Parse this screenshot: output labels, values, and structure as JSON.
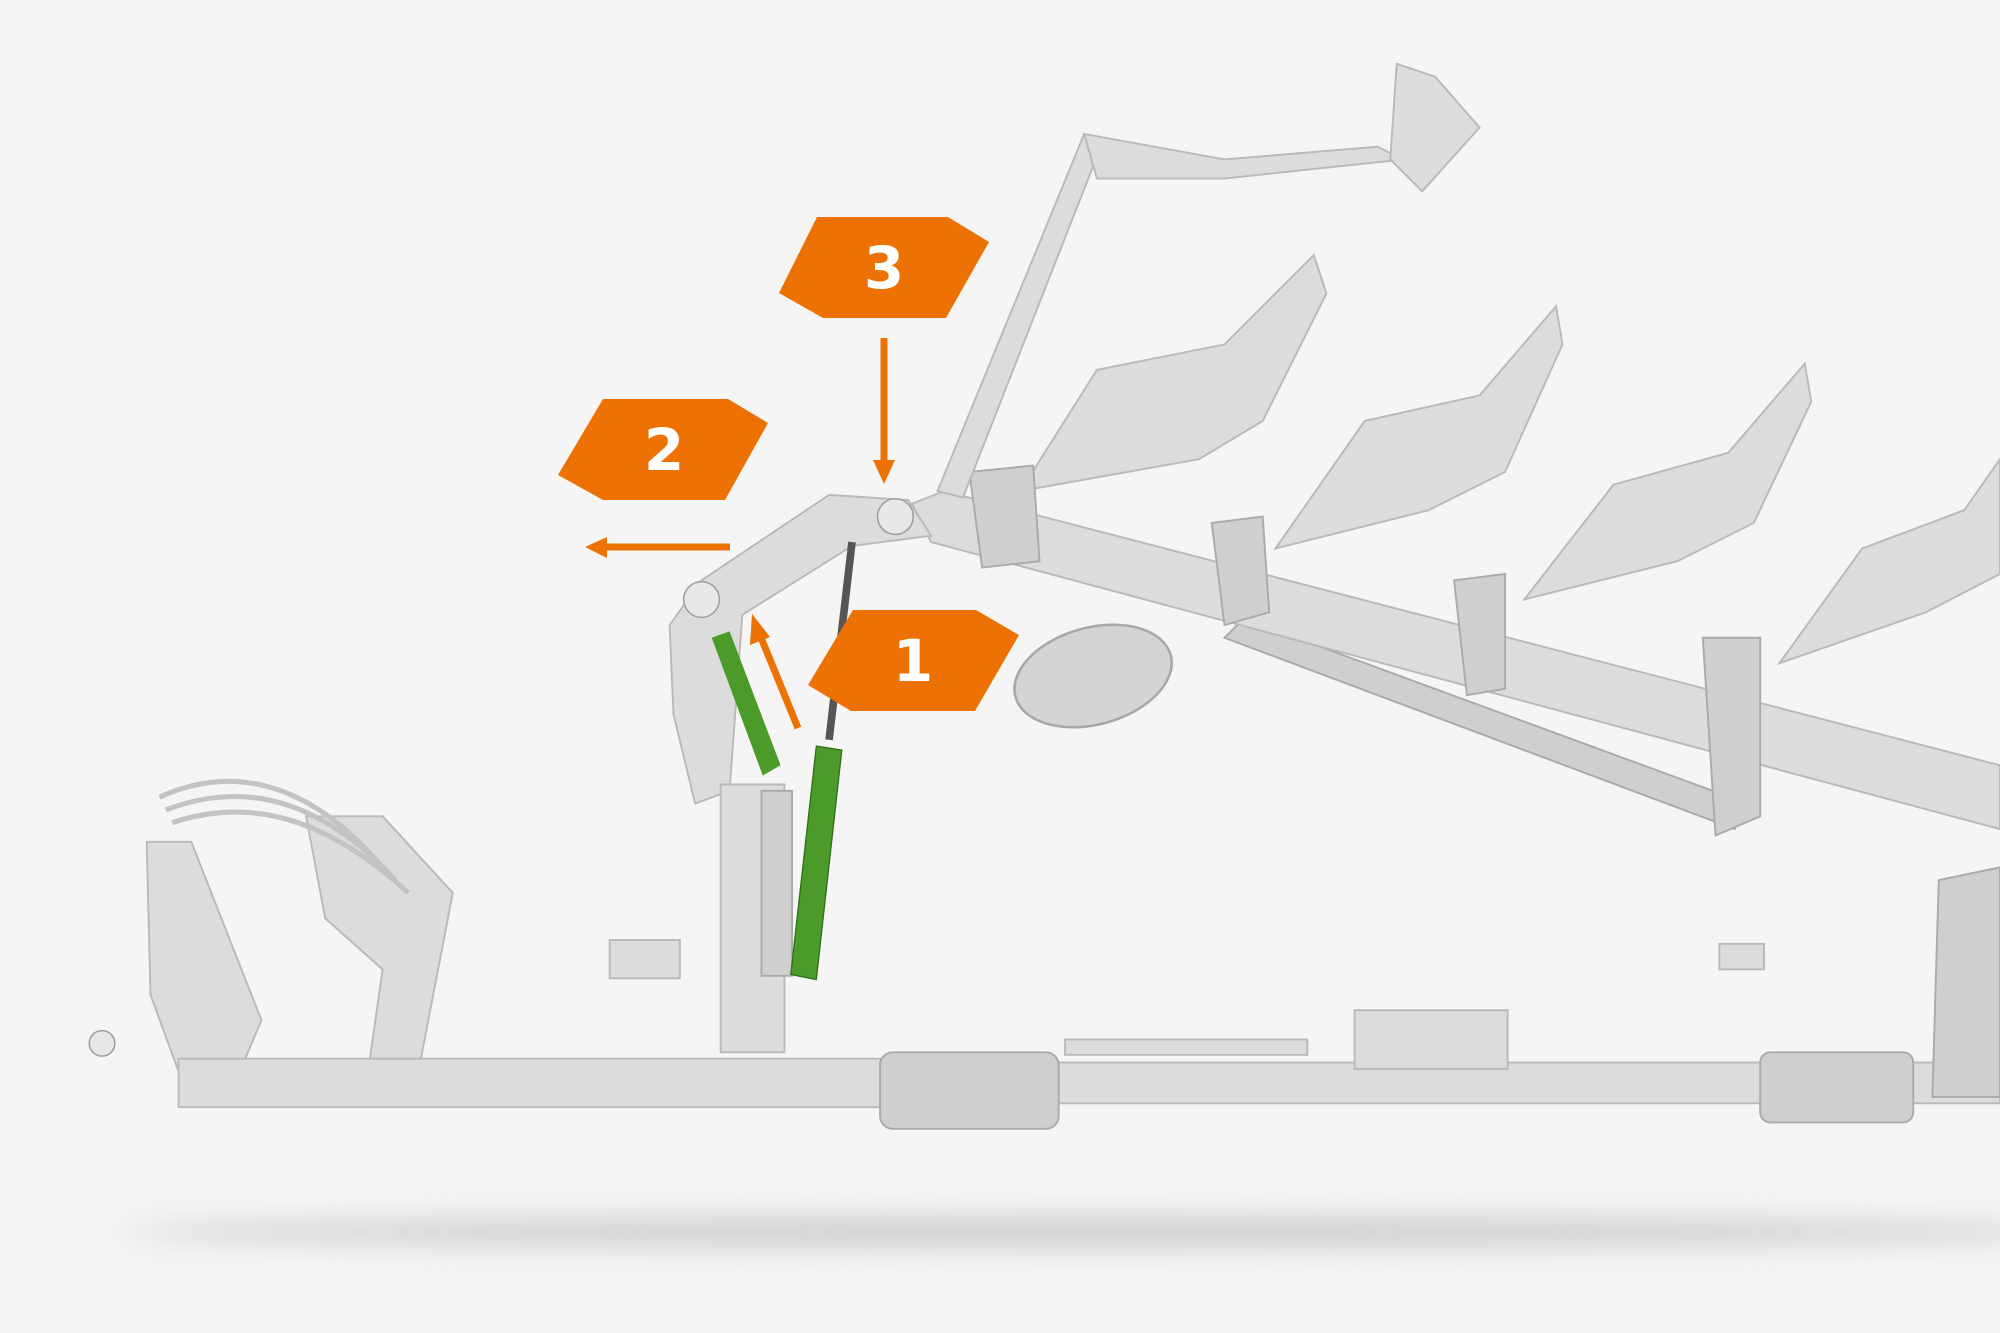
{
  "colors": {
    "background": "#f4f5f4",
    "callout": "#ee7203",
    "hydraulic_cylinder": "#4c9a2a",
    "machine": "#dcdcdc"
  },
  "callouts": [
    {
      "label": "1",
      "meaning_arrow": "diagonal-up-left"
    },
    {
      "label": "2",
      "meaning_arrow": "left"
    },
    {
      "label": "3",
      "meaning_arrow": "down"
    }
  ]
}
